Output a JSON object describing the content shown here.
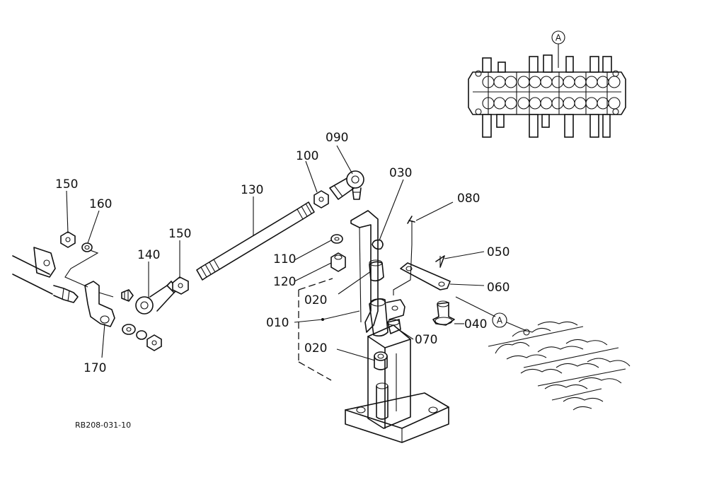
{
  "diagram_code": "RB208-031-10",
  "callouts": [
    {
      "id": "010",
      "label": "010"
    },
    {
      "id": "020a",
      "label": "020"
    },
    {
      "id": "020b",
      "label": "020"
    },
    {
      "id": "030",
      "label": "030"
    },
    {
      "id": "040",
      "label": "040"
    },
    {
      "id": "050",
      "label": "050"
    },
    {
      "id": "060",
      "label": "060"
    },
    {
      "id": "070",
      "label": "070"
    },
    {
      "id": "080",
      "label": "080"
    },
    {
      "id": "090",
      "label": "090"
    },
    {
      "id": "100",
      "label": "100"
    },
    {
      "id": "110",
      "label": "110"
    },
    {
      "id": "120",
      "label": "120"
    },
    {
      "id": "130",
      "label": "130"
    },
    {
      "id": "140",
      "label": "140"
    },
    {
      "id": "150a",
      "label": "150"
    },
    {
      "id": "150b",
      "label": "150"
    },
    {
      "id": "160",
      "label": "160"
    },
    {
      "id": "170",
      "label": "170"
    }
  ],
  "view_markers": {
    "top": "A",
    "side": "A"
  }
}
